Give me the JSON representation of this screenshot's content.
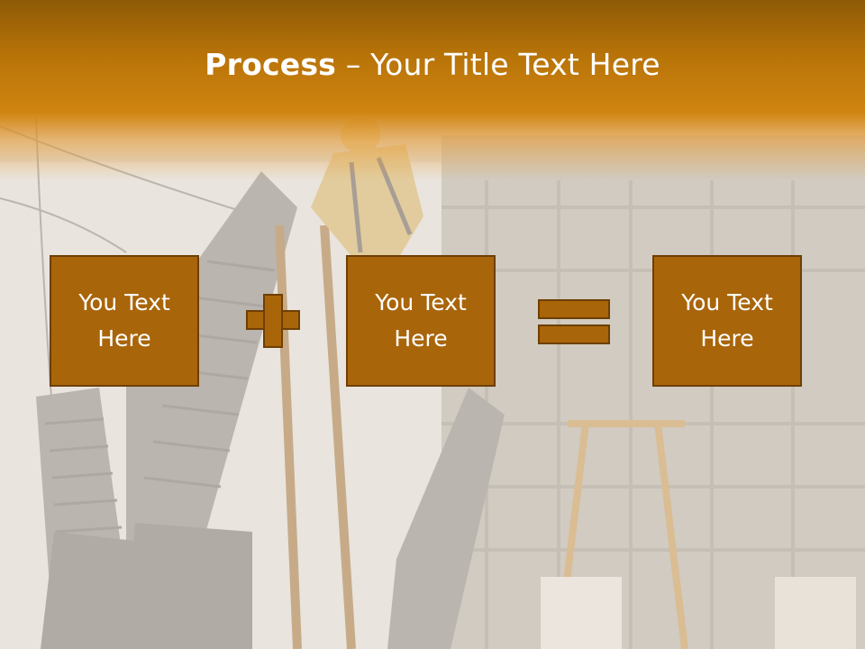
{
  "slide": {
    "title_bold": "Process",
    "title_rest": " – Your Title Text Here",
    "boxes": [
      {
        "line1": "You Text",
        "line2": "Here"
      },
      {
        "line1": "You Text",
        "line2": "Here"
      },
      {
        "line1": "You Text",
        "line2": "Here"
      }
    ],
    "operators": [
      "plus-icon",
      "equals-icon"
    ]
  },
  "colors": {
    "accent": "#a9650a",
    "accent_border": "#6e3f04",
    "title_band": "#c07a0c",
    "text": "#ffffff"
  }
}
